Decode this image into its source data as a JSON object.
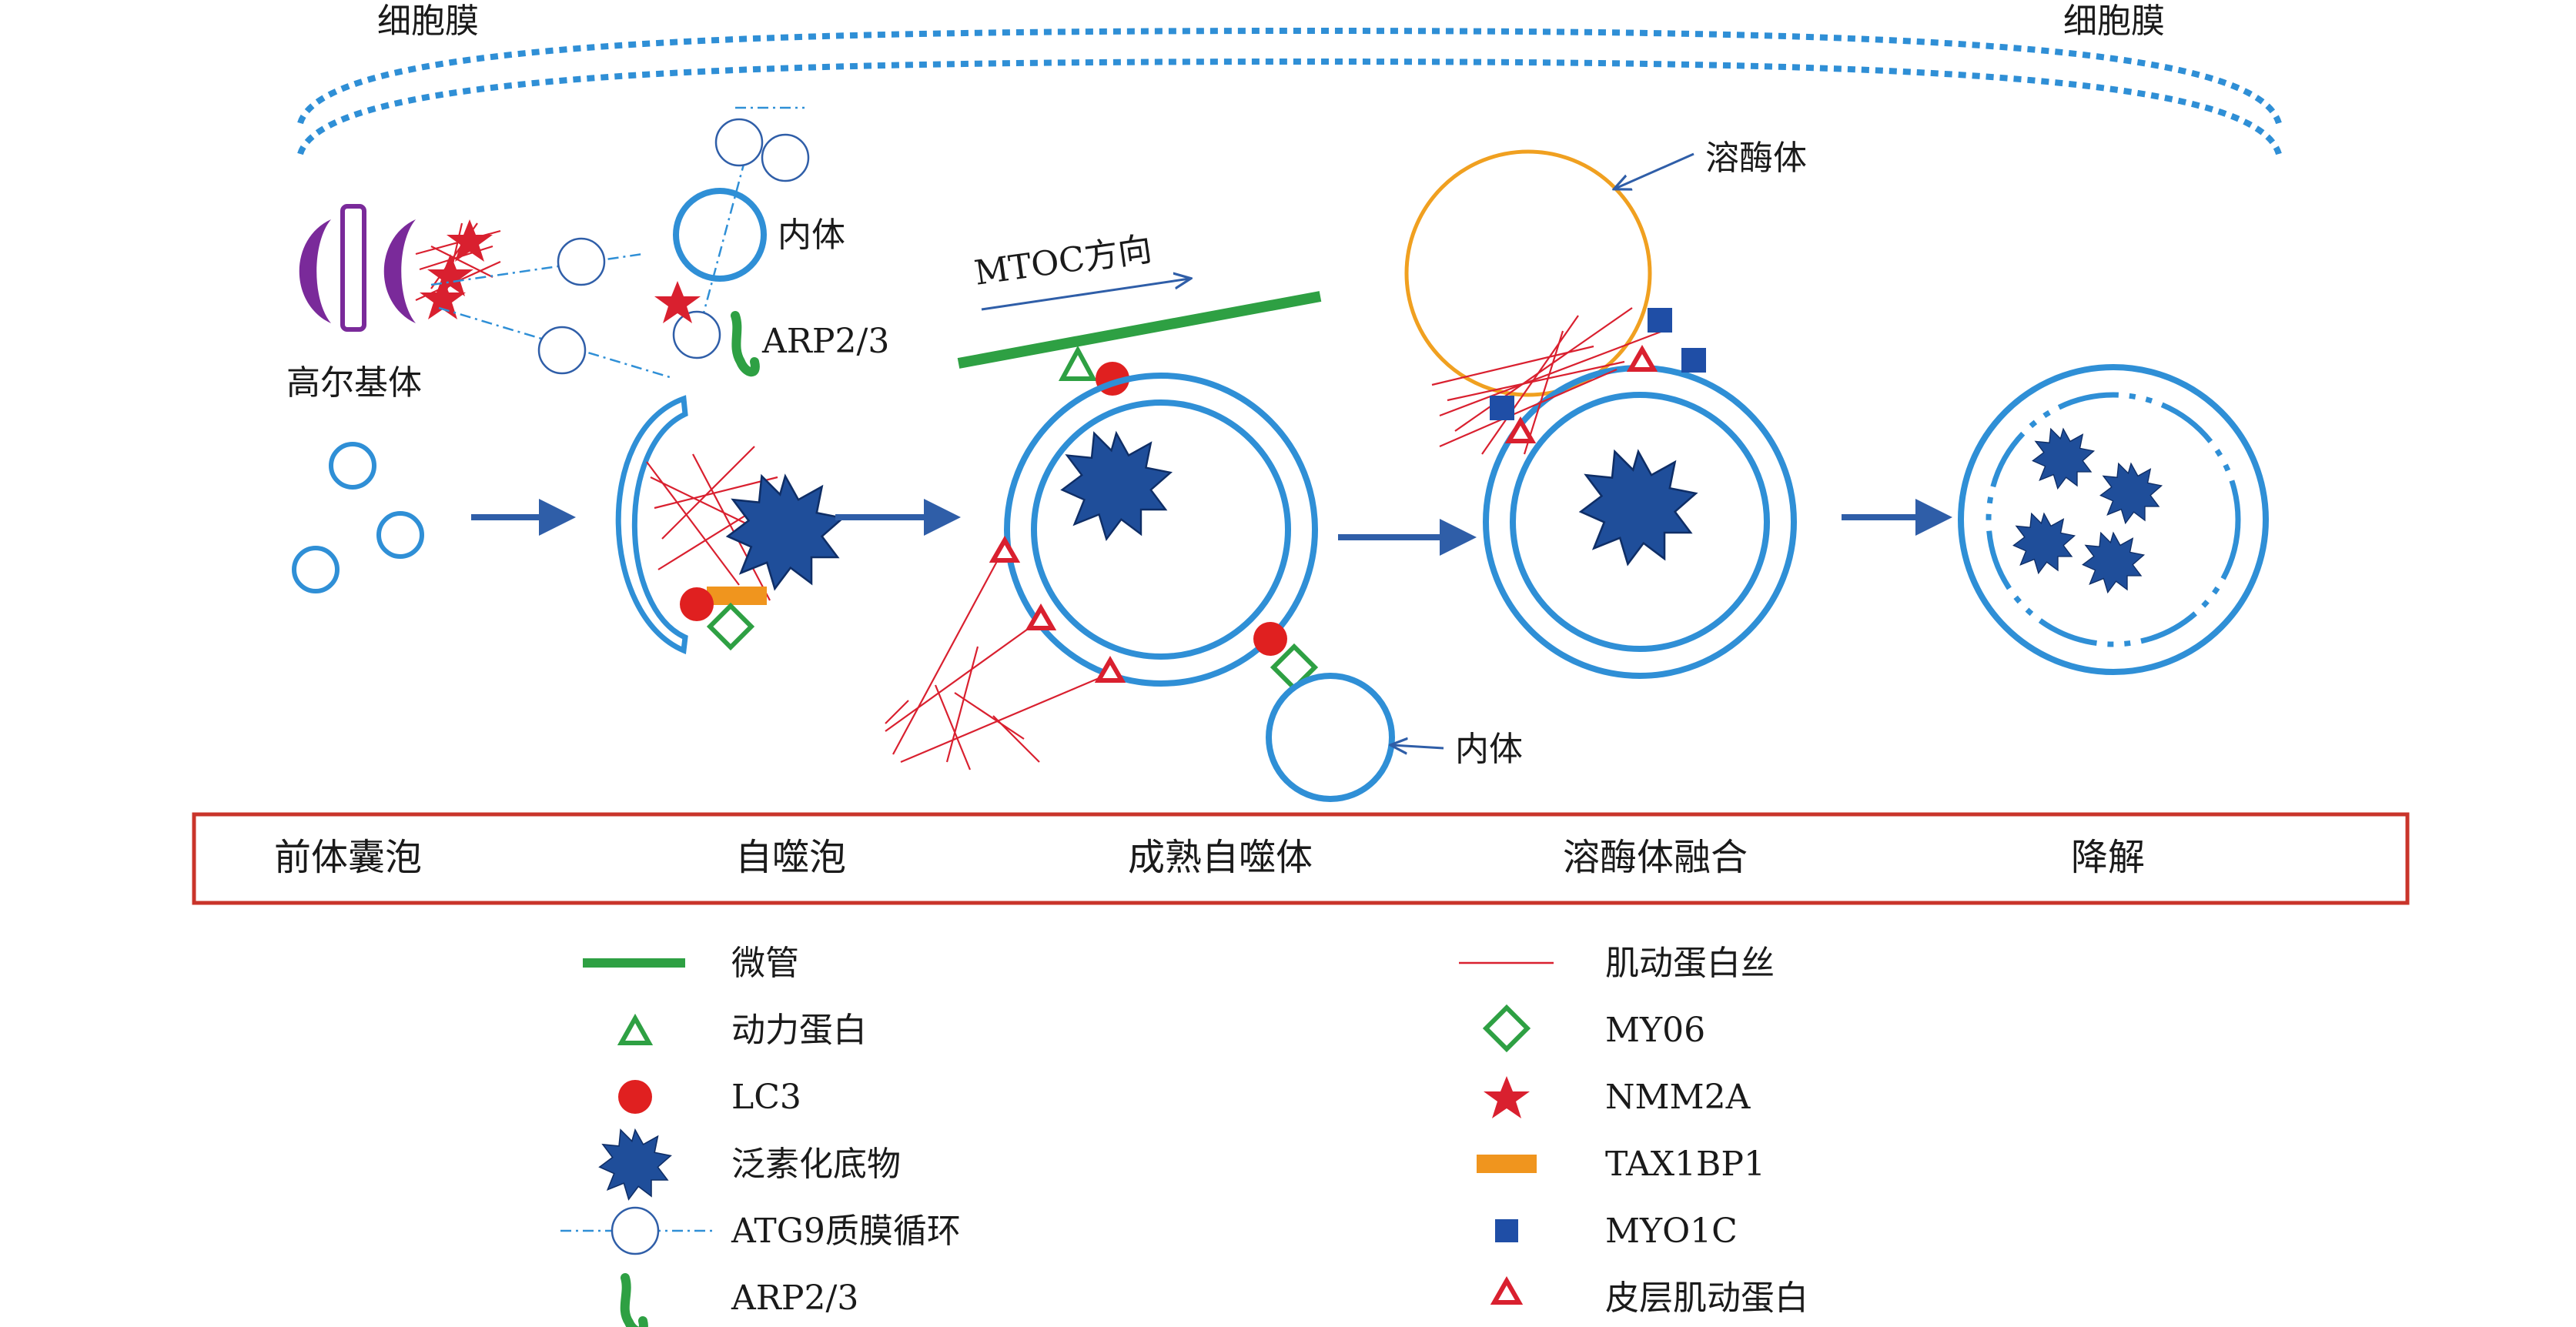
{
  "colors": {
    "membrane": "#2f8fd6",
    "arrow": "#2f5ea8",
    "microtubule": "#2ea043",
    "actin": "#d9202f",
    "lc3": "#e02020",
    "substrate": "#1f4e9a",
    "tax1bp1": "#f0951e",
    "lysosome": "#f0a020",
    "golgi": "#7a2a9a",
    "stage_box": "#c9342a",
    "myo1c": "#1f4ea6"
  },
  "labels": {
    "cell_membrane_left": "细胞膜",
    "cell_membrane_right": "细胞膜",
    "golgi": "高尔基体",
    "endosome_top": "内体",
    "arp23_top": "ARP2/3",
    "mtoc": "MTOC方向",
    "lysosome": "溶酶体",
    "endosome_bottom": "内体"
  },
  "stages": [
    "前体囊泡",
    "自噬泡",
    "成熟自噬体",
    "溶酶体融合",
    "降解"
  ],
  "legend_left": [
    {
      "icon": "microtubule-line",
      "label": "微管"
    },
    {
      "icon": "motor-protein-triangle",
      "label": "动力蛋白"
    },
    {
      "icon": "lc3-dot",
      "label": "LC3"
    },
    {
      "icon": "substrate-star",
      "label": "泛素化底物"
    },
    {
      "icon": "atg9-vesicle",
      "label": "ATG9质膜循环"
    },
    {
      "icon": "arp23-shape",
      "label": "ARP2/3"
    }
  ],
  "legend_right": [
    {
      "icon": "actin-line",
      "label": "肌动蛋白丝"
    },
    {
      "icon": "myo6-diamond",
      "label": "MY06"
    },
    {
      "icon": "nmm2a-star",
      "label": "NMM2A"
    },
    {
      "icon": "tax1bp1-bar",
      "label": "TAX1BP1"
    },
    {
      "icon": "myo1c-square",
      "label": "MYO1C"
    },
    {
      "icon": "cortactin-triangle",
      "label": "皮层肌动蛋白"
    }
  ]
}
